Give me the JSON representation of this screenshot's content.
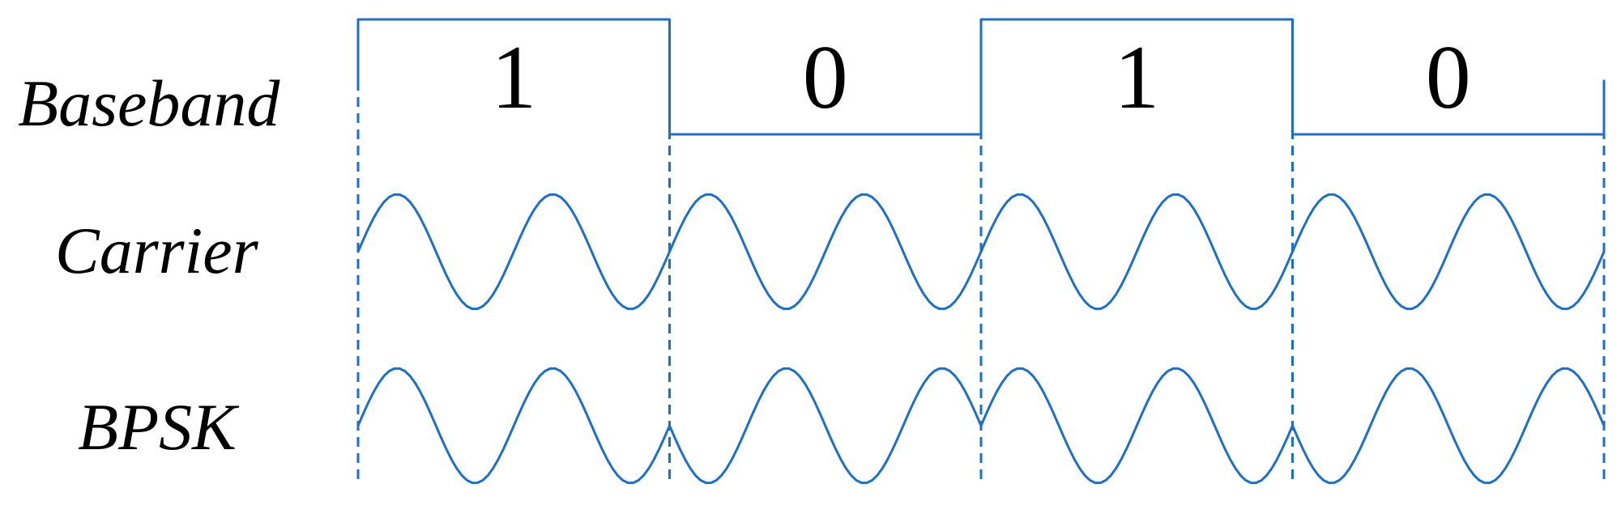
{
  "colors": {
    "signal": "#1f6fc5",
    "text": "#000000"
  },
  "rows": {
    "baseband": "Baseband",
    "carrier": "Carrier",
    "bpsk": "BPSK"
  },
  "bits": [
    "1",
    "0",
    "1",
    "0"
  ],
  "cycles_per_bit": 2
}
